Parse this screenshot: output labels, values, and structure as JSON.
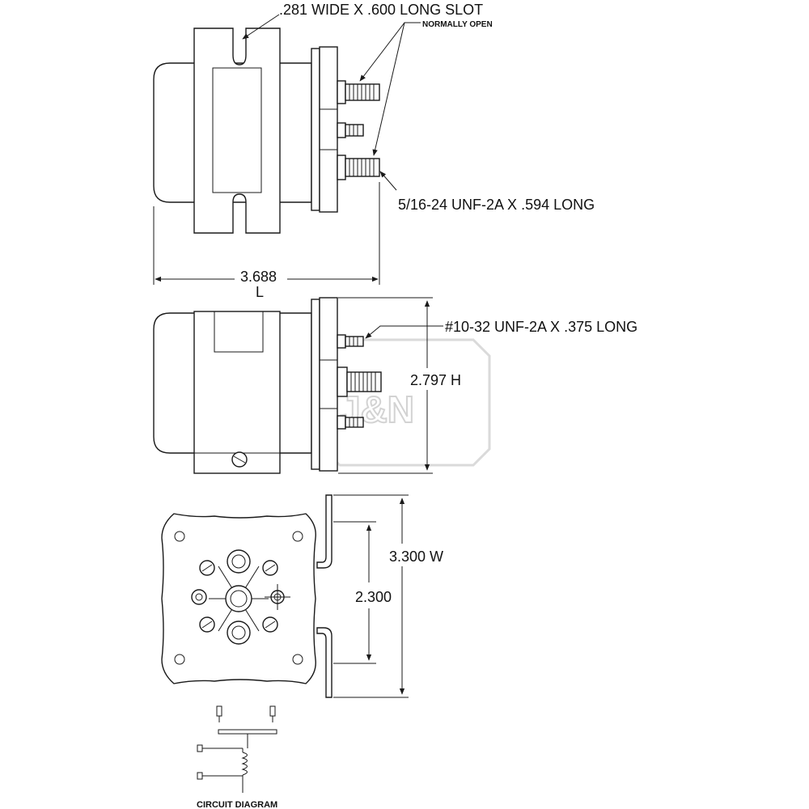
{
  "labels": {
    "slot": ".281 WIDE X .600 LONG SLOT",
    "normally_open": "NORMALLY OPEN",
    "main_stud": "5/16-24 UNF-2A X .594 LONG",
    "length_value": "3.688",
    "length_letter": "L",
    "small_stud": "#10-32 UNF-2A X .375 LONG",
    "height": "2.797 H",
    "width": "3.300 W",
    "mount_spacing": "2.300",
    "circuit_diagram": "CIRCUIT DIAGRAM"
  },
  "watermark": "J&N",
  "colors": {
    "line": "#1a1a1a",
    "watermark": "#cfcfcf"
  }
}
